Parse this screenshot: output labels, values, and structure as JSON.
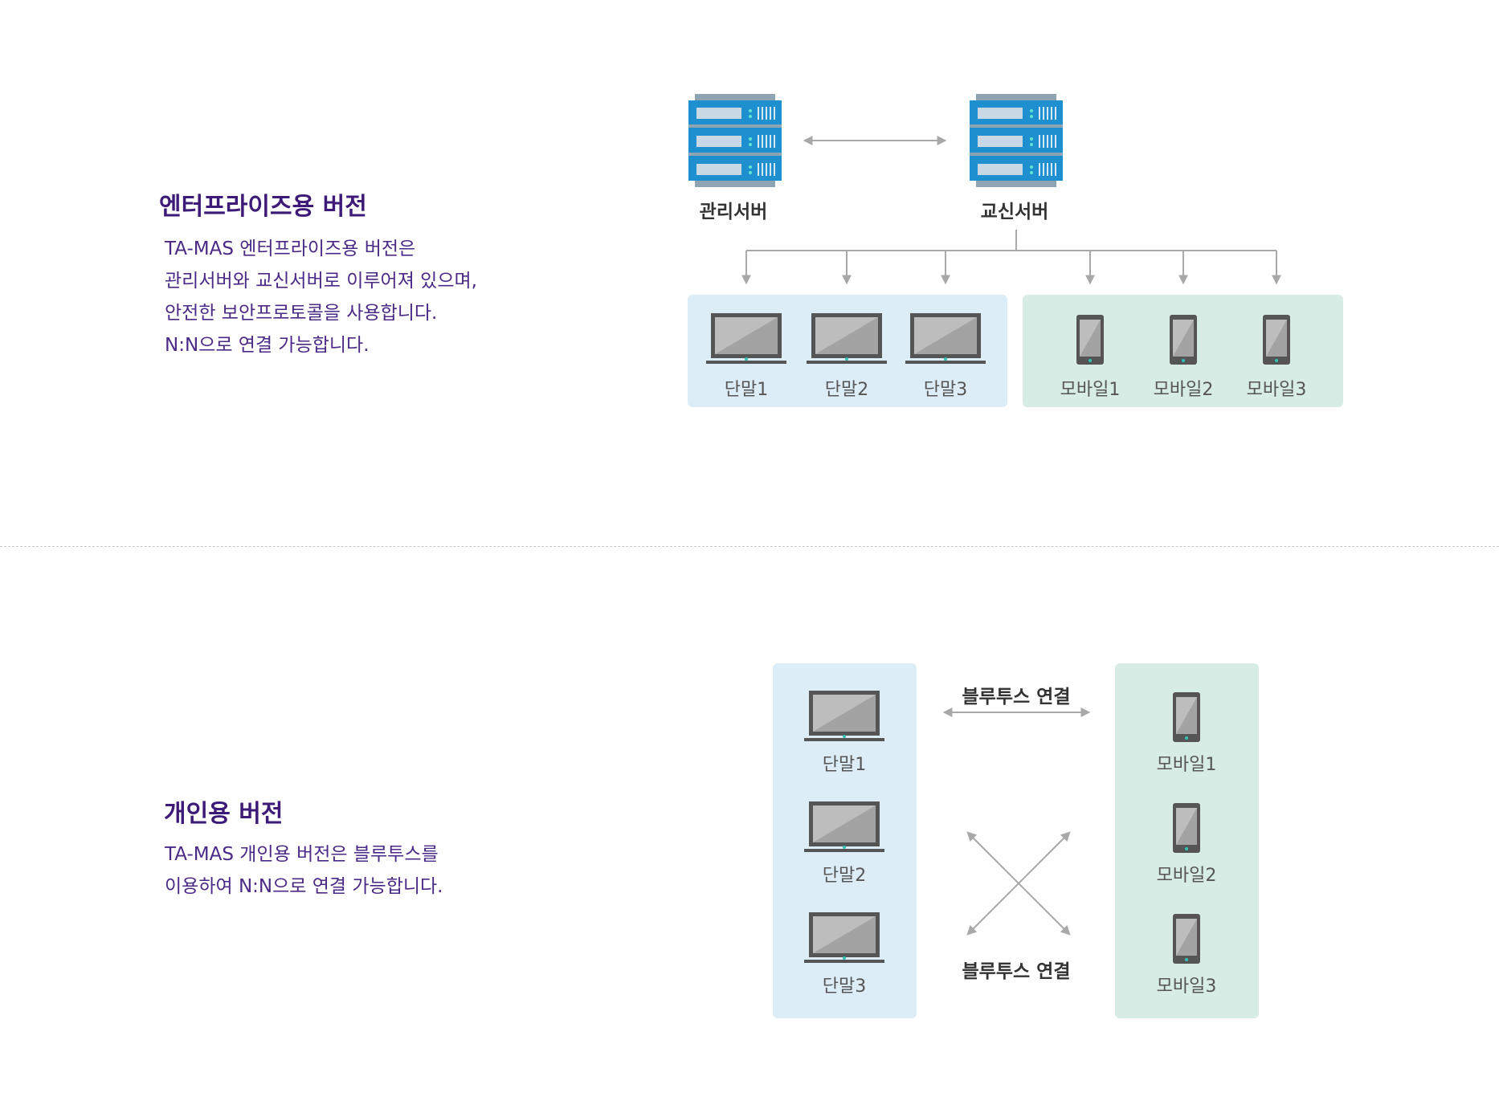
{
  "enterprise": {
    "title": "엔터프라이즈용 버전",
    "description": [
      "TA-MAS 엔터프라이즈용 버전은",
      "관리서버와 교신서버로 이루어져 있으며,",
      "안전한 보안프로토콜을 사용합니다.",
      "N:N으로 연결 가능합니다."
    ],
    "servers": [
      "관리서버",
      "교신서버"
    ],
    "terminals": [
      "단말1",
      "단말2",
      "단말3"
    ],
    "mobiles": [
      "모바일1",
      "모바일2",
      "모바일3"
    ]
  },
  "personal": {
    "title": "개인용 버전",
    "description": [
      "TA-MAS 개인용 버전은 블루투스를",
      "이용하여 N:N으로 연결 가능합니다."
    ],
    "terminals": [
      "단말1",
      "단말2",
      "단말3"
    ],
    "mobiles": [
      "모바일1",
      "모바일2",
      "모바일3"
    ],
    "connection_labels": [
      "블루투스 연결",
      "블루투스 연결"
    ]
  },
  "colors": {
    "title": "#3d1a78",
    "server_blue": "#1e8fcf",
    "panel_blue": "#ddedf7",
    "panel_green": "#d6ece4",
    "arrow": "#a8a8a8",
    "device_dark": "#555555",
    "led": "#2ec4b6"
  },
  "icons": [
    "server-icon",
    "monitor-icon",
    "phone-icon",
    "arrow-icon"
  ]
}
